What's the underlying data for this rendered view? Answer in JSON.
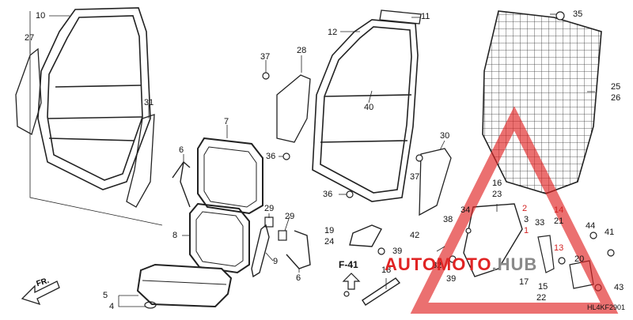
{
  "diagram": {
    "reference_code": "HL4KF2901",
    "direction_label": "FR.",
    "view_label": "F-41",
    "watermark": {
      "part1": "AUTOMOTO",
      "part2": ".HUB"
    },
    "accent_color": "#d21f1f",
    "callouts": [
      {
        "id": "c10",
        "text": "10",
        "color": "black"
      },
      {
        "id": "c27",
        "text": "27",
        "color": "black"
      },
      {
        "id": "c31",
        "text": "31",
        "color": "black"
      },
      {
        "id": "c7",
        "text": "7",
        "color": "black"
      },
      {
        "id": "c6a",
        "text": "6",
        "color": "black"
      },
      {
        "id": "c37a",
        "text": "37",
        "color": "black"
      },
      {
        "id": "c28",
        "text": "28",
        "color": "black"
      },
      {
        "id": "c11",
        "text": "11",
        "color": "black"
      },
      {
        "id": "c12",
        "text": "12",
        "color": "black"
      },
      {
        "id": "c40",
        "text": "40",
        "color": "black"
      },
      {
        "id": "c35",
        "text": "35",
        "color": "black"
      },
      {
        "id": "c25",
        "text": "25",
        "color": "black"
      },
      {
        "id": "c26",
        "text": "26",
        "color": "black"
      },
      {
        "id": "c36a",
        "text": "36",
        "color": "black"
      },
      {
        "id": "c36b",
        "text": "36",
        "color": "black"
      },
      {
        "id": "c30",
        "text": "30",
        "color": "black"
      },
      {
        "id": "c37b",
        "text": "37",
        "color": "black"
      },
      {
        "id": "c16",
        "text": "16",
        "color": "black"
      },
      {
        "id": "c23",
        "text": "23",
        "color": "black"
      },
      {
        "id": "c2",
        "text": "2",
        "color": "red"
      },
      {
        "id": "c14",
        "text": "14",
        "color": "red"
      },
      {
        "id": "c21",
        "text": "21",
        "color": "black"
      },
      {
        "id": "c34",
        "text": "34",
        "color": "black"
      },
      {
        "id": "c3",
        "text": "3",
        "color": "black"
      },
      {
        "id": "c33",
        "text": "33",
        "color": "black"
      },
      {
        "id": "c38",
        "text": "38",
        "color": "black"
      },
      {
        "id": "c1",
        "text": "1",
        "color": "red"
      },
      {
        "id": "c13",
        "text": "13",
        "color": "red"
      },
      {
        "id": "c44",
        "text": "44",
        "color": "black"
      },
      {
        "id": "c41",
        "text": "41",
        "color": "black"
      },
      {
        "id": "c20",
        "text": "20",
        "color": "black"
      },
      {
        "id": "c29a",
        "text": "29",
        "color": "black"
      },
      {
        "id": "c29b",
        "text": "29",
        "color": "black"
      },
      {
        "id": "c8",
        "text": "8",
        "color": "black"
      },
      {
        "id": "c9",
        "text": "9",
        "color": "black"
      },
      {
        "id": "c6b",
        "text": "6",
        "color": "black"
      },
      {
        "id": "c19",
        "text": "19",
        "color": "black"
      },
      {
        "id": "c24",
        "text": "24",
        "color": "black"
      },
      {
        "id": "c39a",
        "text": "39",
        "color": "black"
      },
      {
        "id": "c42",
        "text": "42",
        "color": "black"
      },
      {
        "id": "c32",
        "text": "32",
        "color": "black"
      },
      {
        "id": "c39b",
        "text": "39",
        "color": "black"
      },
      {
        "id": "c18",
        "text": "18",
        "color": "black"
      },
      {
        "id": "c17",
        "text": "17",
        "color": "black"
      },
      {
        "id": "c15",
        "text": "15",
        "color": "black"
      },
      {
        "id": "c22",
        "text": "22",
        "color": "black"
      },
      {
        "id": "c43",
        "text": "43",
        "color": "black"
      },
      {
        "id": "c5",
        "text": "5",
        "color": "black"
      },
      {
        "id": "c4",
        "text": "4",
        "color": "black"
      }
    ]
  }
}
